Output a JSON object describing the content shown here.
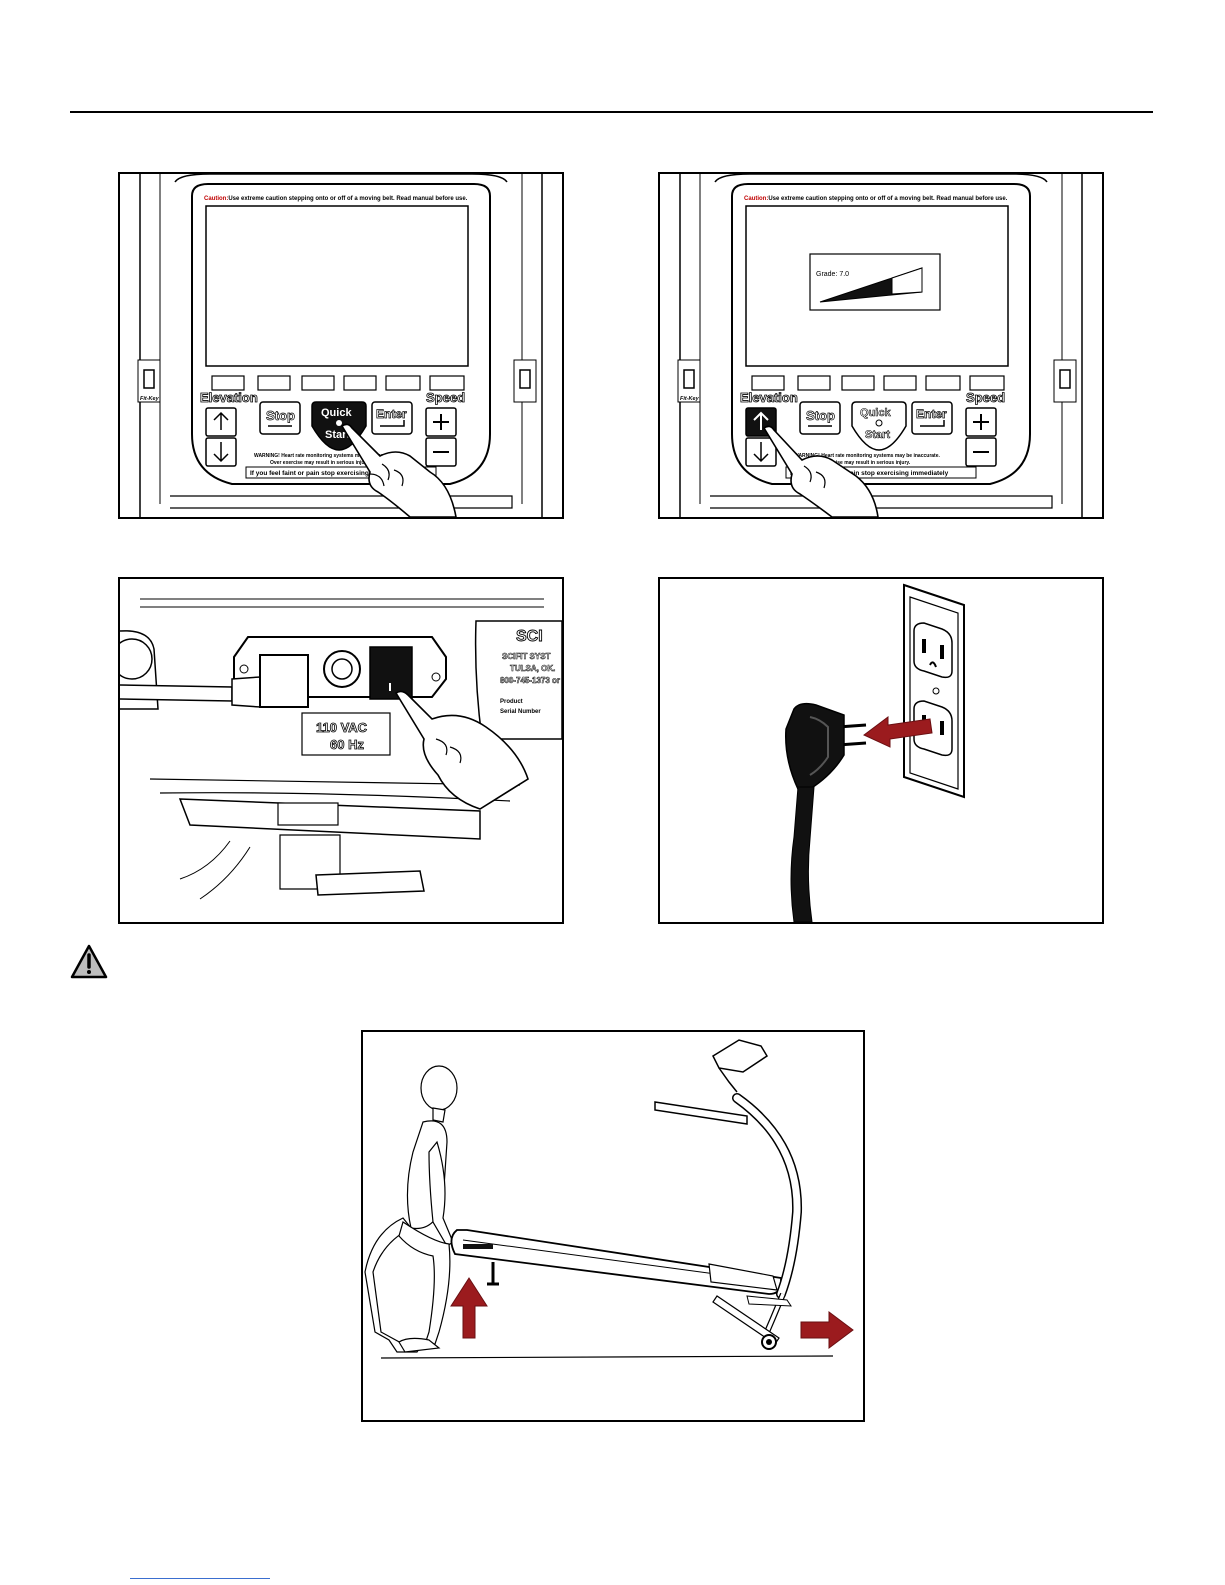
{
  "console": {
    "caution_label": "Caution:",
    "caution_text": "Use extreme caution stepping onto or off of a moving belt. Read manual before use.",
    "elevation_label": "Elevation",
    "speed_label": "Speed",
    "stop_label": "Stop",
    "quick_label": "Quick",
    "start_label": "Start",
    "enter_label": "Enter",
    "fitkey_label": "Fit-Key",
    "warning_line1": "WARNING! Heart rate monitoring systems may be inaccurate.",
    "warning_line2": "Over exercise may result in serious injury.",
    "footer_text": "If you feel faint or pain stop exercising immediately",
    "grade_label": "Grade: 7.0"
  },
  "power_panel": {
    "voltage": "110 VAC",
    "frequency": "60 Hz",
    "brand_partial": "SCI",
    "company_partial": "SCIFIT SYST",
    "city_partial": "TULSA, OK.",
    "phone_partial": "800-745-1373 or",
    "product_label": "Product",
    "serial_label": "Serial Number"
  },
  "colors": {
    "arrow_red": "#9b1b1e",
    "outline": "#000000",
    "footer_rule": "#3a6ed0"
  }
}
